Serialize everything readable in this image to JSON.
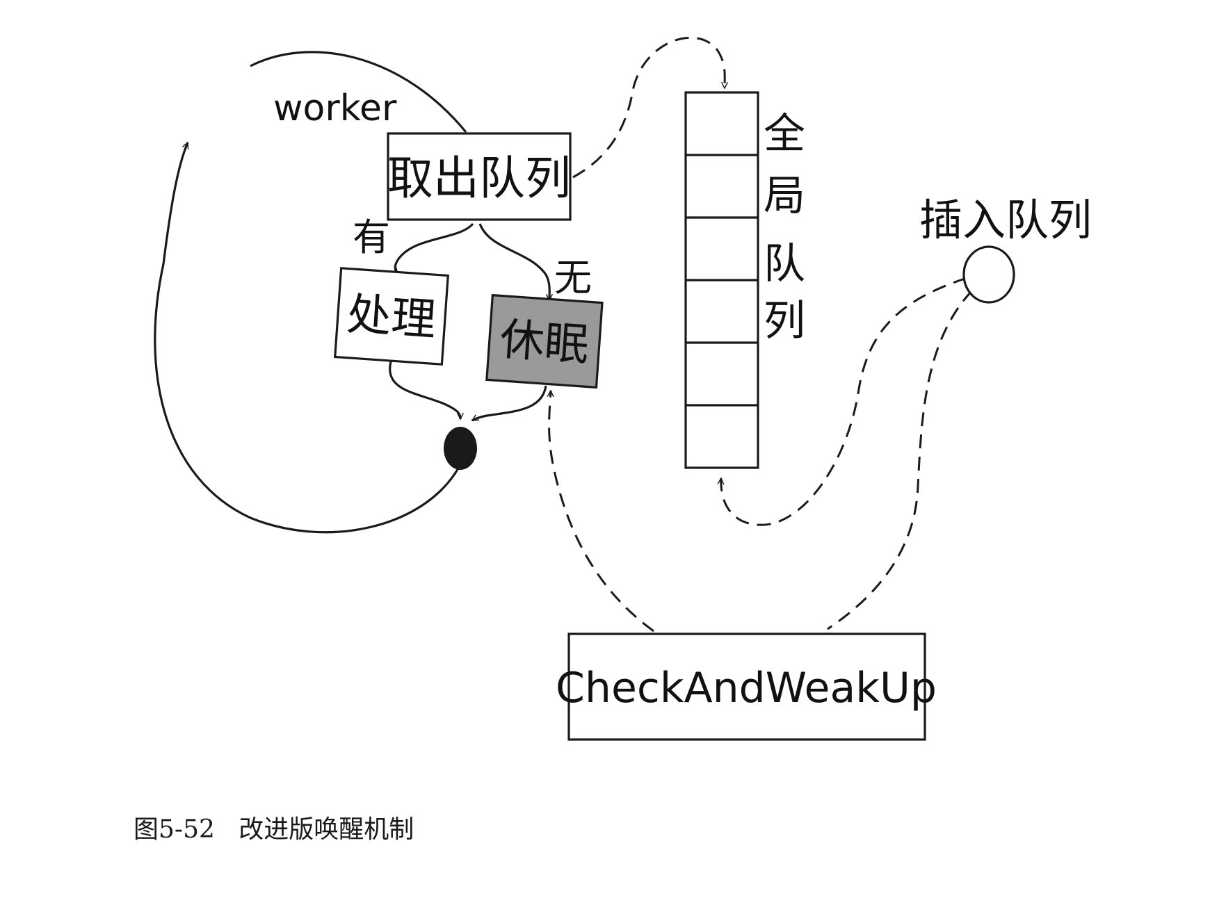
{
  "diagram": {
    "worker_label": "worker",
    "dequeue_label": "取出队列",
    "yes_label": "有",
    "no_label": "无",
    "process_label": "处理",
    "sleep_label": "休眠",
    "global_queue_chars": [
      "全",
      "局",
      "队",
      "列"
    ],
    "enqueue_label": "插入队列",
    "check_label": "CheckAndWeakUp"
  },
  "caption": {
    "figure_no": "图5-52",
    "title": "改进版唤醒机制"
  },
  "colors": {
    "stroke": "#1a1a1a",
    "sleep_fill": "#9a9a9a",
    "background": "#ffffff"
  }
}
